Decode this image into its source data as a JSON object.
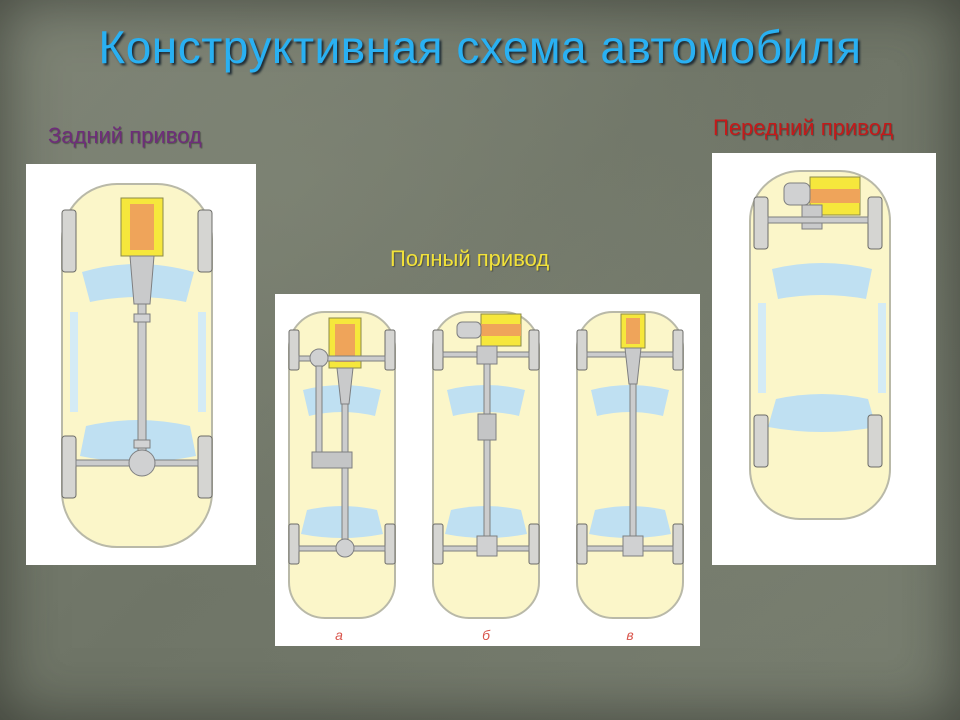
{
  "title": "Конструктивная схема автомобиля",
  "labels": {
    "rear": "Задний привод",
    "front": "Передний привод",
    "awd": "Полный привод"
  },
  "awd_variants": [
    "а",
    "б",
    "в"
  ],
  "colors": {
    "title": "#29b0f2",
    "rear_label": "#6e2d7a",
    "front_label": "#c41a1a",
    "awd_label": "#f2e23a",
    "car_body": "#fbf6c9",
    "engine": "#f6e73c",
    "gearbox": "#efa45a",
    "glass": "#bfe0f2",
    "variant_letters": "#d9554c"
  }
}
